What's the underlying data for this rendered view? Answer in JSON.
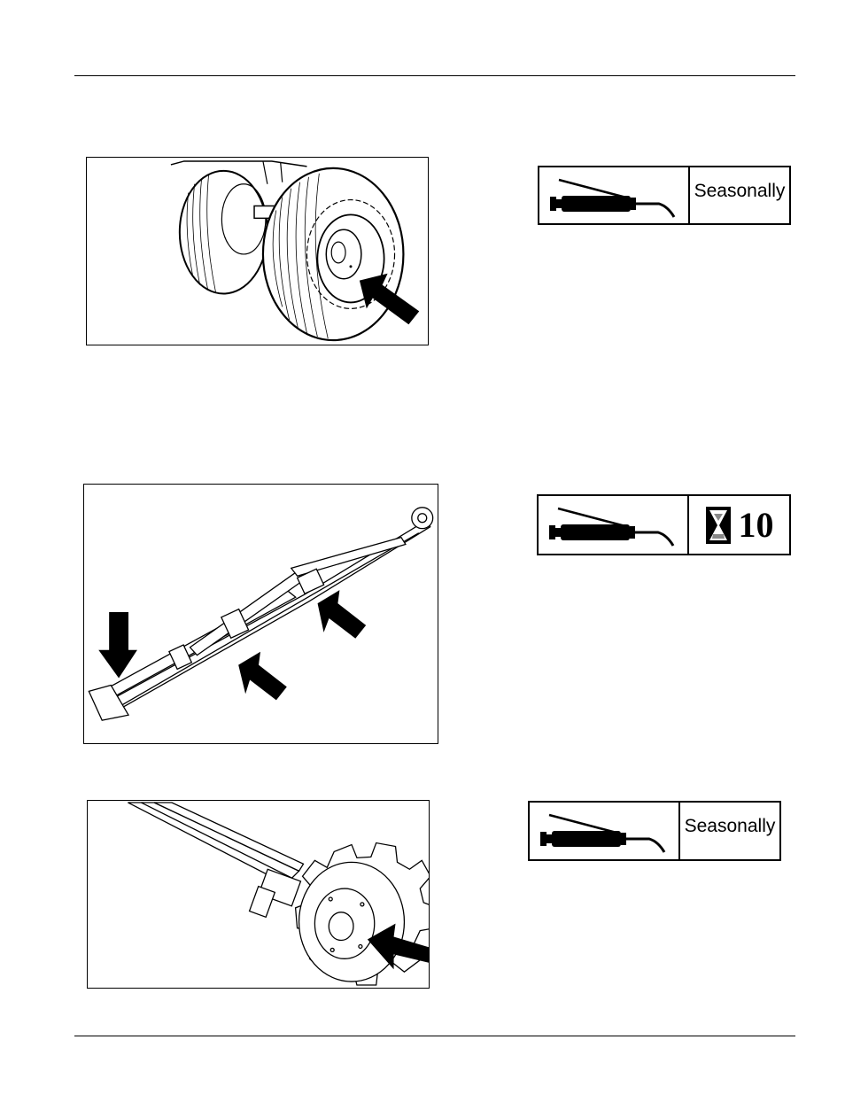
{
  "lubrication_points": [
    {
      "id": "wheel-hub",
      "interval": "Seasonally",
      "interval_type": "text"
    },
    {
      "id": "frame-pivots",
      "interval": "10",
      "interval_type": "hours",
      "icon": "hourglass-icon"
    },
    {
      "id": "packer-wheel-hub",
      "interval": "Seasonally",
      "interval_type": "text"
    }
  ],
  "icons": {
    "grease_gun": "grease-gun-icon",
    "hourglass": "hourglass-icon",
    "arrow": "pointer-arrow-icon"
  }
}
